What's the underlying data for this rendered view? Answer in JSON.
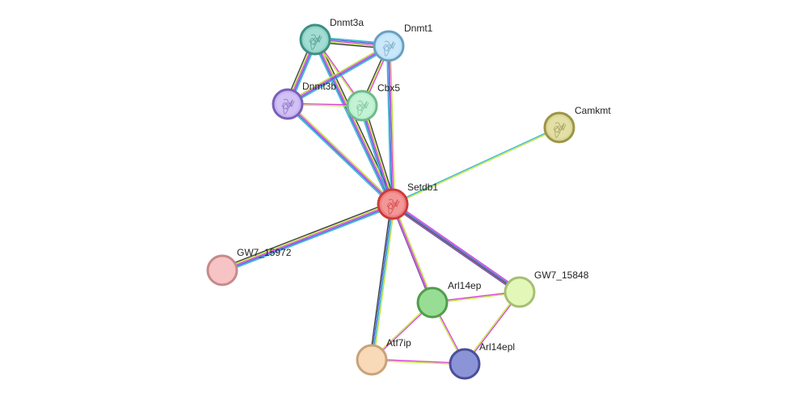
{
  "network": {
    "nodes": [
      {
        "id": "Setdb1",
        "label": "Setdb1",
        "fill": "#f08080",
        "stroke": "#cc3b3b",
        "has_structure": true
      },
      {
        "id": "Dnmt3a",
        "label": "Dnmt3a",
        "fill": "#8fd5c9",
        "stroke": "#3f8f82",
        "has_structure": true
      },
      {
        "id": "Dnmt1",
        "label": "Dnmt1",
        "fill": "#bfe3f8",
        "stroke": "#6a9fc0",
        "has_structure": true
      },
      {
        "id": "Dnmt3b",
        "label": "Dnmt3b",
        "fill": "#c7b4f2",
        "stroke": "#7a5fb8",
        "has_structure": true
      },
      {
        "id": "Cbx5",
        "label": "Cbx5",
        "fill": "#b7f0cc",
        "stroke": "#6fb98b",
        "has_structure": true
      },
      {
        "id": "Camkmt",
        "label": "Camkmt",
        "fill": "#dcd894",
        "stroke": "#9c9448",
        "has_structure": true
      },
      {
        "id": "GW7_15972",
        "label": "GW7_15972",
        "fill": "#f6c4c4",
        "stroke": "#c78a8a",
        "has_structure": false
      },
      {
        "id": "Arl14ep",
        "label": "Arl14ep",
        "fill": "#98dd94",
        "stroke": "#4f9e4b",
        "has_structure": false
      },
      {
        "id": "GW7_15848",
        "label": "GW7_15848",
        "fill": "#e3f7b8",
        "stroke": "#a6bf73",
        "has_structure": false
      },
      {
        "id": "Atf7ip",
        "label": "Atf7ip",
        "fill": "#f8d9b8",
        "stroke": "#c9a27a",
        "has_structure": false
      },
      {
        "id": "Arl14epl",
        "label": "Arl14epl",
        "fill": "#8c94d8",
        "stroke": "#4a4f9a",
        "has_structure": false
      }
    ],
    "edges": [
      {
        "source": "Setdb1",
        "target": "Dnmt3a",
        "evidence": [
          "teal",
          "blue",
          "magenta",
          "lime",
          "black"
        ]
      },
      {
        "source": "Setdb1",
        "target": "Dnmt1",
        "evidence": [
          "teal",
          "blue",
          "magenta",
          "lime"
        ]
      },
      {
        "source": "Setdb1",
        "target": "Dnmt3b",
        "evidence": [
          "teal",
          "blue",
          "magenta",
          "lime"
        ]
      },
      {
        "source": "Setdb1",
        "target": "Cbx5",
        "evidence": [
          "teal",
          "blue",
          "magenta",
          "lime",
          "black"
        ]
      },
      {
        "source": "Setdb1",
        "target": "Camkmt",
        "evidence": [
          "teal",
          "lime"
        ]
      },
      {
        "source": "Setdb1",
        "target": "GW7_15972",
        "evidence": [
          "teal",
          "blue",
          "magenta",
          "lime",
          "black"
        ]
      },
      {
        "source": "Setdb1",
        "target": "Arl14ep",
        "evidence": [
          "lime",
          "magenta",
          "purple"
        ]
      },
      {
        "source": "Setdb1",
        "target": "GW7_15848",
        "evidence": [
          "magenta",
          "blue",
          "black",
          "purple"
        ]
      },
      {
        "source": "Setdb1",
        "target": "Atf7ip",
        "evidence": [
          "lime",
          "teal",
          "blue",
          "black"
        ]
      },
      {
        "source": "Dnmt3a",
        "target": "Dnmt1",
        "evidence": [
          "teal",
          "blue",
          "magenta",
          "lime",
          "black"
        ]
      },
      {
        "source": "Dnmt3a",
        "target": "Dnmt3b",
        "evidence": [
          "teal",
          "blue",
          "magenta",
          "lime",
          "black"
        ]
      },
      {
        "source": "Dnmt3a",
        "target": "Cbx5",
        "evidence": [
          "magenta",
          "lime"
        ]
      },
      {
        "source": "Dnmt1",
        "target": "Dnmt3b",
        "evidence": [
          "teal",
          "blue",
          "magenta",
          "lime"
        ]
      },
      {
        "source": "Dnmt1",
        "target": "Cbx5",
        "evidence": [
          "magenta",
          "lime",
          "black"
        ]
      },
      {
        "source": "Dnmt3b",
        "target": "Cbx5",
        "evidence": [
          "magenta",
          "lime"
        ]
      },
      {
        "source": "Arl14ep",
        "target": "GW7_15848",
        "evidence": [
          "magenta",
          "lime"
        ]
      },
      {
        "source": "Arl14ep",
        "target": "Atf7ip",
        "evidence": [
          "magenta",
          "lime"
        ]
      },
      {
        "source": "Arl14ep",
        "target": "Arl14epl",
        "evidence": [
          "magenta",
          "lime"
        ]
      },
      {
        "source": "GW7_15848",
        "target": "Arl14epl",
        "evidence": [
          "magenta",
          "lime"
        ]
      },
      {
        "source": "Atf7ip",
        "target": "Arl14epl",
        "evidence": [
          "magenta",
          "lime"
        ]
      }
    ],
    "evidence_colors": {
      "teal": "#2fb7c9",
      "blue": "#3e5de0",
      "magenta": "#d63fd6",
      "lime": "#bfe43a",
      "black": "#3a3a3a",
      "purple": "#7b3fa8"
    }
  }
}
